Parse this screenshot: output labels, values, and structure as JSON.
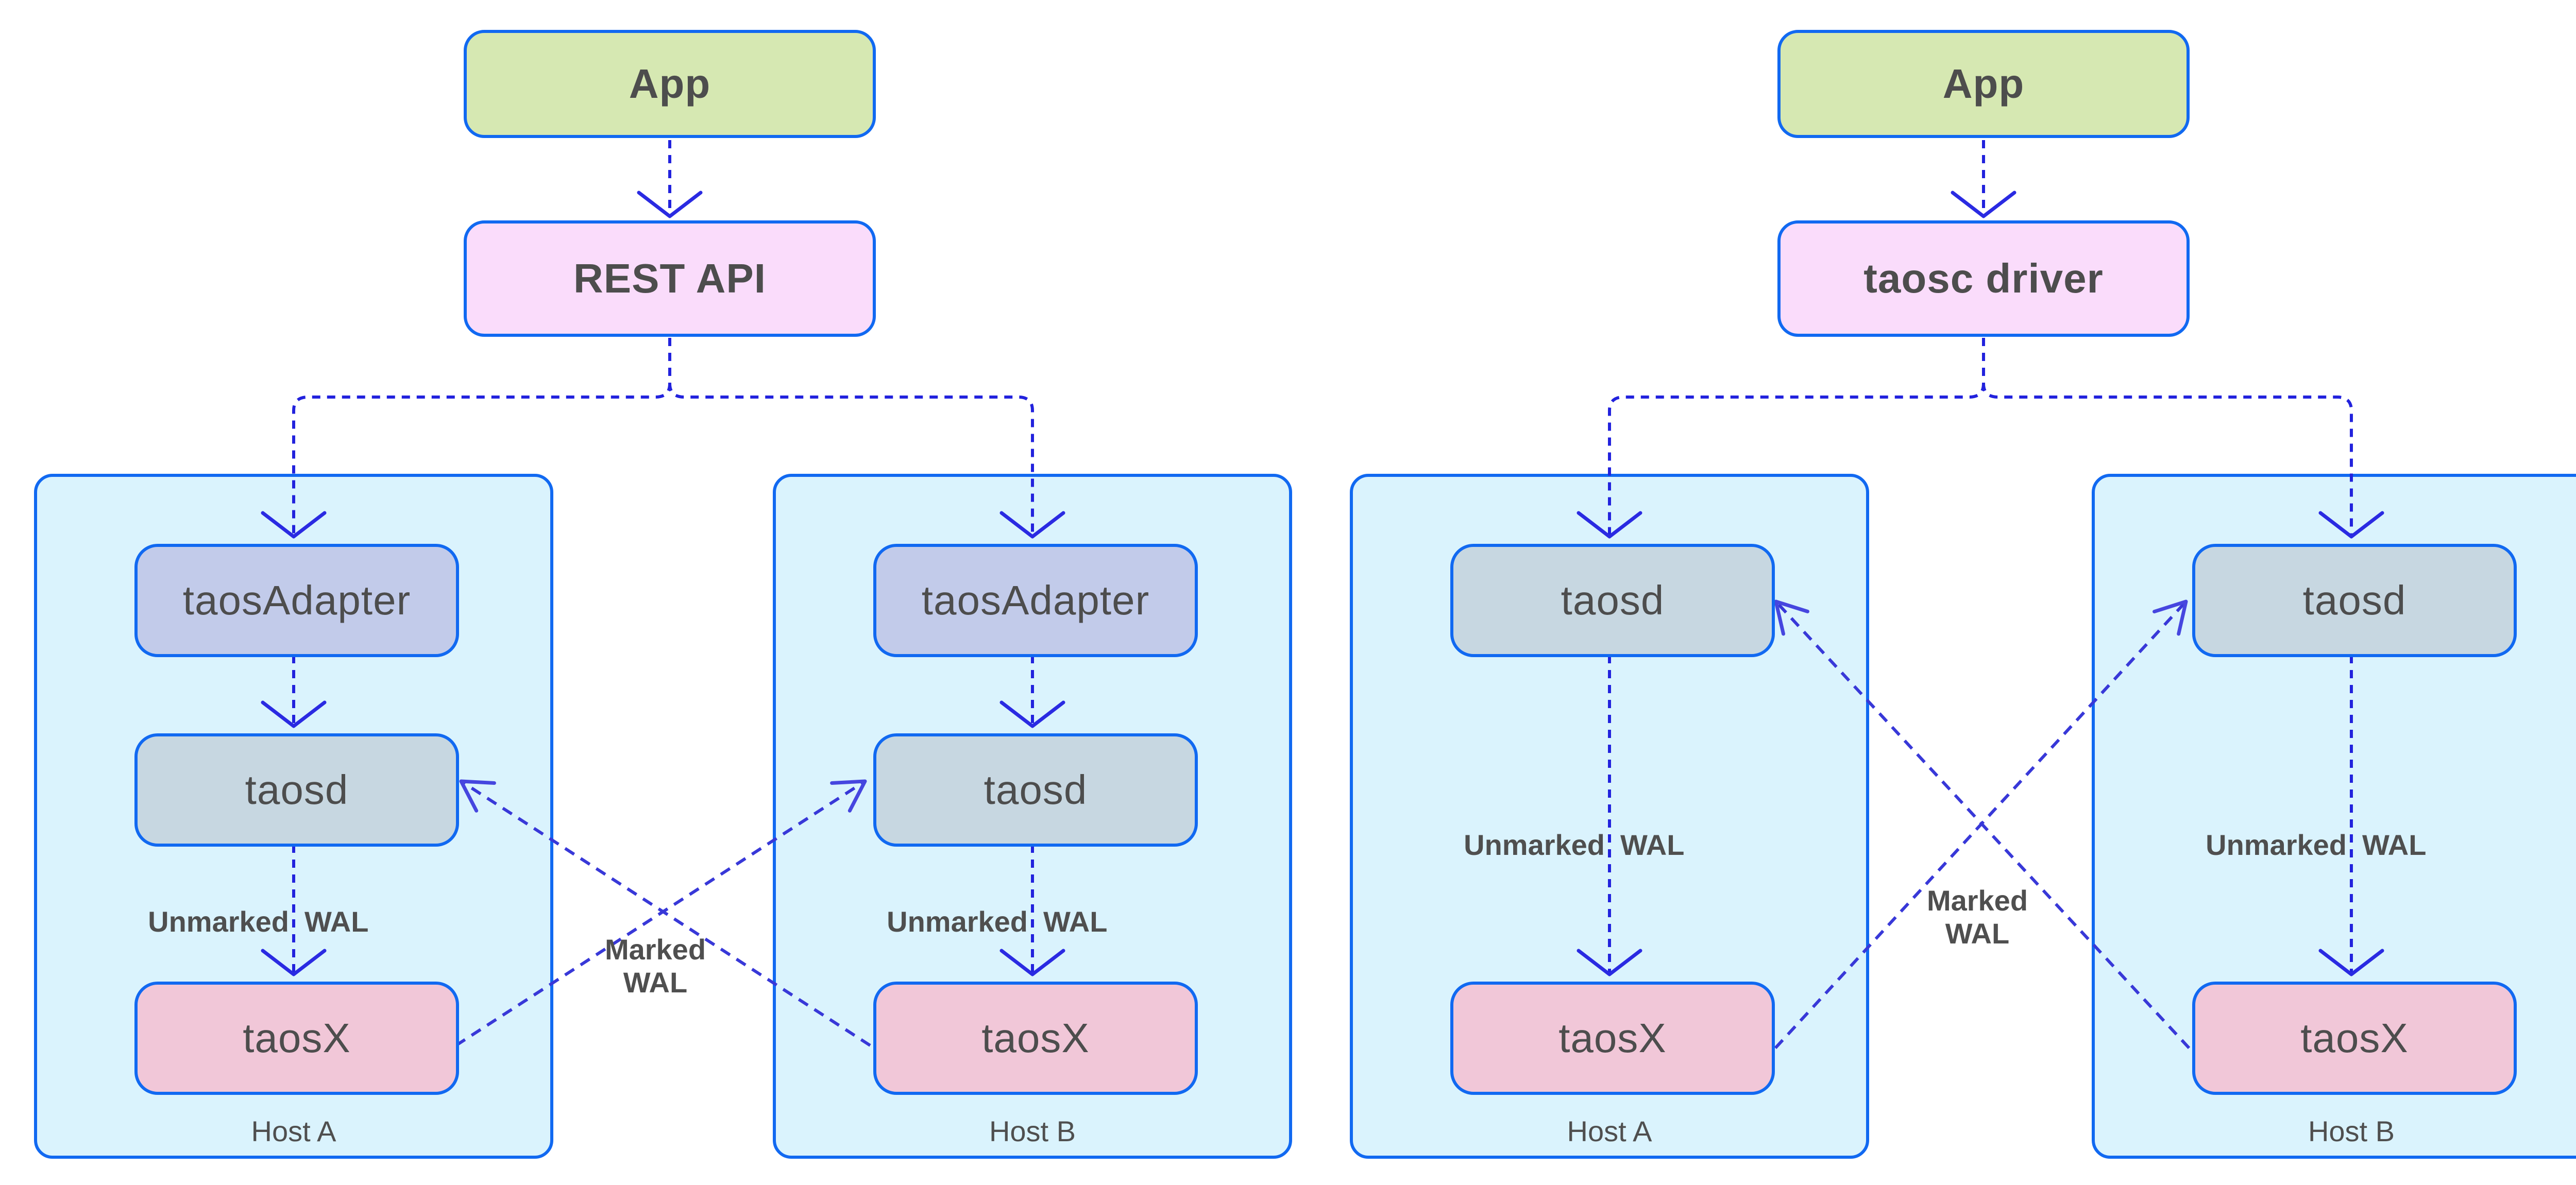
{
  "colors": {
    "background": "#ffffff",
    "box_border": "#1169f1",
    "edge_line": "#2222dd",
    "cross_edge_line": "#3838d8",
    "arrowhead": "#2a2ae2",
    "app_fill": "#d6e8b2",
    "gateway_fill": "#fadcfb",
    "host_fill": "#daf3fd",
    "taosadapter_fill": "#c2cbea",
    "taosd_fill": "#c7d7e1",
    "taosx_fill": "#f1c7d8",
    "text": "#4d4d4d"
  },
  "left": {
    "app": "App",
    "gateway": "REST API",
    "hosts": [
      {
        "label": "Host A",
        "nodes": [
          "taosAdapter",
          "taosd",
          "taosX"
        ],
        "wal_words": [
          "Unmarked",
          "WAL"
        ]
      },
      {
        "label": "Host B",
        "nodes": [
          "taosAdapter",
          "taosd",
          "taosX"
        ],
        "wal_words": [
          "Unmarked",
          "WAL"
        ]
      }
    ],
    "cross_label_lines": [
      "Marked",
      "WAL"
    ]
  },
  "right": {
    "app": "App",
    "gateway": "taosc driver",
    "hosts": [
      {
        "label": "Host A",
        "nodes": [
          "taosd",
          "taosX"
        ],
        "wal_words": [
          "Unmarked",
          "WAL"
        ]
      },
      {
        "label": "Host B",
        "nodes": [
          "taosd",
          "taosX"
        ],
        "wal_words": [
          "Unmarked",
          "WAL"
        ]
      }
    ],
    "cross_label_lines": [
      "Marked",
      "WAL"
    ]
  }
}
